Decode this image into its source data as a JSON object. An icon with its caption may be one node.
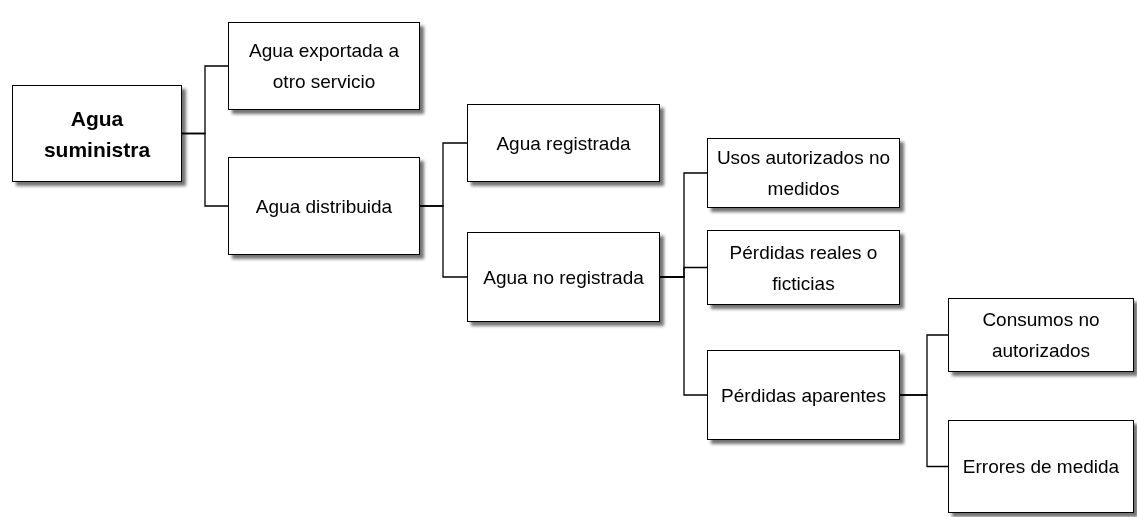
{
  "diagram": {
    "nodes": [
      {
        "text": [
          "Agua suministra"
        ]
      },
      {
        "text": [
          "Agua exportada a otro servicio"
        ]
      },
      {
        "text": [
          "Agua distribuida"
        ]
      },
      {
        "text": [
          "Agua registrada"
        ]
      },
      {
        "text": [
          "Agua no registrada"
        ]
      },
      {
        "text": [
          "Usos autorizados no medidos"
        ]
      },
      {
        "text": [
          "Pérdidas reales o ficticias"
        ]
      },
      {
        "text": [
          "Pérdidas aparentes"
        ]
      },
      {
        "text": [
          "Consumos no autorizados"
        ]
      },
      {
        "text": [
          "Errores de medida"
        ]
      }
    ],
    "edges": [
      {
        "from": 0,
        "to": 1,
        "arrow": "none"
      },
      {
        "from": 0,
        "to": 2,
        "arrow": "none"
      },
      {
        "from": 2,
        "to": 3,
        "arrow": "none"
      },
      {
        "from": 2,
        "to": 4,
        "arrow": "none"
      },
      {
        "from": 4,
        "to": 5,
        "arrow": "none"
      },
      {
        "from": 4,
        "to": 6,
        "arrow": "none"
      },
      {
        "from": 4,
        "to": 7,
        "arrow": "none"
      },
      {
        "from": 7,
        "to": 8,
        "arrow": "none"
      },
      {
        "from": 7,
        "to": 9,
        "arrow": "none"
      }
    ]
  }
}
